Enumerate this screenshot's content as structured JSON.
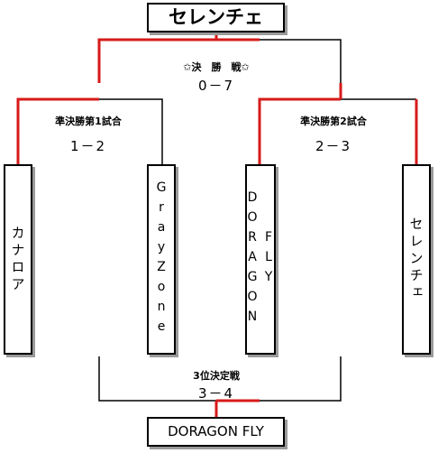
{
  "champion": "セレンチェ",
  "final": {
    "label": "✩決　勝　戦✩",
    "score": "0－7"
  },
  "semi1": {
    "label": "準決勝第1試合",
    "score": "1－2"
  },
  "semi2": {
    "label": "準決勝第2試合",
    "score": "2－3"
  },
  "third_place": {
    "label": "3位決定戦",
    "score": "3－4"
  },
  "third_winner": "DORAGON FLY",
  "teams": [
    "カナロア",
    "GrayZone",
    "DORAGON",
    "FLY",
    "セレンチェ"
  ],
  "colors": {
    "winner_line": "#d71a1a",
    "loser_line": "#000000"
  }
}
